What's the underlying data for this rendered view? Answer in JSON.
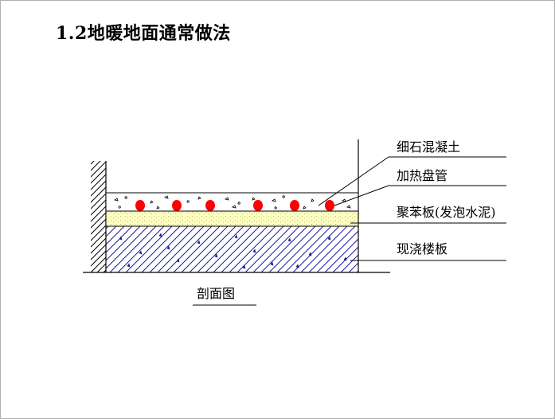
{
  "title": "1.2地暖地面通常做法",
  "layers": [
    {
      "id": "concrete",
      "label": "细石混凝土"
    },
    {
      "id": "pipe",
      "label": "加热盘管"
    },
    {
      "id": "foam",
      "label": "聚苯板(发泡水泥)"
    },
    {
      "id": "slab",
      "label": "现浇楼板"
    }
  ],
  "caption": "剖面图",
  "pipe_count": 6,
  "colors": {
    "pipe": "#ff0000",
    "foam_fill": "#ffffc0",
    "slab_hatch": "#1a1a9e",
    "line": "#000000"
  }
}
